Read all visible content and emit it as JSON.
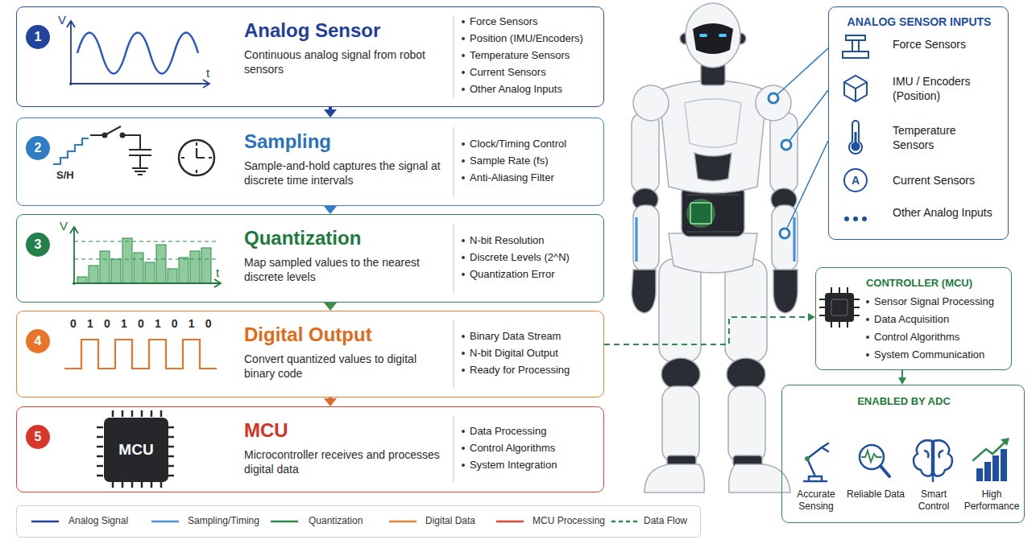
{
  "diagram": {
    "nodes": [
      {
        "text": [
          "Analog Sensor",
          "Continuous analog signal from robot sensors",
          "Force Sensors",
          "Position (IMU/Encoders)",
          "Temperature Sensors",
          "Current Sensors",
          "Other Analog Inputs"
        ]
      },
      {
        "text": [
          "1"
        ],
        "in": 0
      },
      {
        "text": [
          "Sampling",
          "Sample-and-hold captures the signal at discrete time intervals",
          "Clock/Timing Control",
          "Sample Rate (fs)",
          "Anti-Aliasing Filter"
        ]
      },
      {
        "text": [
          "2"
        ],
        "in": 2
      },
      {
        "text": [
          "Quantization",
          "Map sampled values to the nearest discrete levels",
          "N-bit Resolution",
          "Discrete Levels (2^N)",
          "Quantization Error"
        ]
      },
      {
        "text": [
          "3"
        ],
        "in": 4
      },
      {
        "text": [
          "Digital Output",
          "Convert quantized values to digital binary code",
          "Binary Data Stream",
          "N-bit Digital Output",
          "Ready for Processing"
        ]
      },
      {
        "text": [
          "4"
        ],
        "in": 6
      },
      {
        "text": [
          "MCU",
          "Microcontroller receives and processes digital data",
          "Data Processing",
          "Control Algorithms",
          "System Integration"
        ]
      },
      {
        "text": [
          "5"
        ],
        "in": 8
      },
      {
        "text": [
          "MCU"
        ],
        "in": 8
      },
      {
        "text": [
          "ANALOG SENSOR INPUTS",
          "Force Sensors",
          "IMU / Encoders (Position)",
          "Temperature Sensors",
          "Current Sensors",
          "Other Analog Inputs"
        ]
      },
      {
        "text": [
          "CONTROLLER (MCU)",
          "Sensor Signal Processing",
          "Data Acquisition",
          "Control Algorithms",
          "System Communication"
        ]
      },
      {
        "text": [
          "ENABLED BY ADC",
          "Accurate Sensing",
          "Reliable Data",
          "Smart Control",
          "High Performance"
        ]
      }
    ],
    "edges": [
      {
        "from": 0,
        "to": 2,
        "arrow": "to"
      },
      {
        "from": 2,
        "to": 4,
        "arrow": "to"
      },
      {
        "from": 4,
        "to": 6,
        "arrow": "to"
      },
      {
        "from": 6,
        "to": 8,
        "arrow": "to"
      },
      {
        "from": 6,
        "to": 12,
        "arrow": "to"
      },
      {
        "from": 12,
        "to": 13,
        "arrow": "to"
      }
    ],
    "labels": [
      "V",
      "t",
      "S/H",
      "V",
      "t",
      "0 1 0 1 0 1 0 1 0",
      "A"
    ],
    "legend": [
      {
        "text": "Analog Signal"
      },
      {
        "text": "Sampling/Timing"
      },
      {
        "text": "Quantization"
      },
      {
        "text": "Digital Data"
      },
      {
        "text": "MCU Processing"
      },
      {
        "text": "Data Flow"
      }
    ]
  }
}
